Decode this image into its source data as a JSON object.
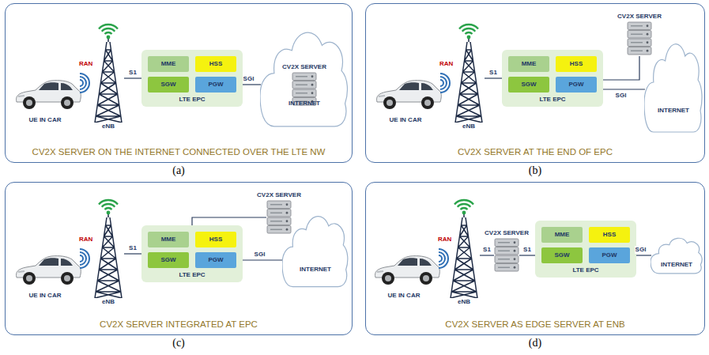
{
  "diagram": {
    "nodes": [
      {
        "text": [
          "CV2X SERVER ON THE INTERNET CONNECTED OVER THE LTE NW"
        ]
      },
      {
        "text": [
          "UE IN CAR"
        ],
        "in": 0
      },
      {
        "text": [
          "eNB"
        ],
        "in": 0
      },
      {
        "text": [
          "LTE EPC"
        ],
        "in": 0
      },
      {
        "text": [
          "MME"
        ],
        "in": 3
      },
      {
        "text": [
          "HSS"
        ],
        "in": 3
      },
      {
        "text": [
          "SGW"
        ],
        "in": 3
      },
      {
        "text": [
          "PGW"
        ],
        "in": 3
      },
      {
        "text": [
          "INTERNET"
        ],
        "in": 0
      },
      {
        "text": [
          "CV2X SERVER"
        ],
        "in": 8
      },
      {
        "text": [
          "CV2X SERVER AT THE END OF EPC"
        ]
      },
      {
        "text": [
          "UE IN CAR"
        ],
        "in": 10
      },
      {
        "text": [
          "eNB"
        ],
        "in": 10
      },
      {
        "text": [
          "LTE EPC"
        ],
        "in": 10
      },
      {
        "text": [
          "MME"
        ],
        "in": 13
      },
      {
        "text": [
          "HSS"
        ],
        "in": 13
      },
      {
        "text": [
          "SGW"
        ],
        "in": 13
      },
      {
        "text": [
          "PGW"
        ],
        "in": 13
      },
      {
        "text": [
          "INTERNET"
        ],
        "in": 10
      },
      {
        "text": [
          "CV2X SERVER"
        ],
        "in": 10
      },
      {
        "text": [
          "CV2X SERVER INTEGRATED AT EPC"
        ]
      },
      {
        "text": [
          "UE IN CAR"
        ],
        "in": 20
      },
      {
        "text": [
          "eNB"
        ],
        "in": 20
      },
      {
        "text": [
          "LTE EPC"
        ],
        "in": 20
      },
      {
        "text": [
          "MME"
        ],
        "in": 23
      },
      {
        "text": [
          "HSS"
        ],
        "in": 23
      },
      {
        "text": [
          "SGW"
        ],
        "in": 23
      },
      {
        "text": [
          "PGW"
        ],
        "in": 23
      },
      {
        "text": [
          "INTERNET"
        ],
        "in": 20
      },
      {
        "text": [
          "CV2X SERVER"
        ],
        "in": 20
      },
      {
        "text": [
          "CV2X SERVER AS EDGE SERVER AT ENB"
        ]
      },
      {
        "text": [
          "UE IN CAR"
        ],
        "in": 30
      },
      {
        "text": [
          "eNB"
        ],
        "in": 30
      },
      {
        "text": [
          "LTE EPC"
        ],
        "in": 30
      },
      {
        "text": [
          "MME"
        ],
        "in": 33
      },
      {
        "text": [
          "HSS"
        ],
        "in": 33
      },
      {
        "text": [
          "SGW"
        ],
        "in": 33
      },
      {
        "text": [
          "PGW"
        ],
        "in": 33
      },
      {
        "text": [
          "INTERNET"
        ],
        "in": 30
      },
      {
        "text": [
          "CV2X SERVER"
        ],
        "in": 30
      }
    ],
    "edges": [
      {
        "from": 2,
        "to": 3,
        "label": "S1",
        "arrow": "none"
      },
      {
        "from": 7,
        "to": 8,
        "label": "SGI",
        "arrow": "none"
      },
      {
        "from": 12,
        "to": 13,
        "label": "S1",
        "arrow": "none"
      },
      {
        "from": 17,
        "to": 18,
        "label": "SGI",
        "arrow": "none"
      },
      {
        "from": 17,
        "to": 19,
        "arrow": "none"
      },
      {
        "from": 22,
        "to": 23,
        "label": "S1",
        "arrow": "none"
      },
      {
        "from": 27,
        "to": 28,
        "label": "SGI",
        "arrow": "none"
      },
      {
        "from": 23,
        "to": 29,
        "arrow": "none"
      },
      {
        "from": 32,
        "to": 39,
        "label": "S1",
        "arrow": "none"
      },
      {
        "from": 39,
        "to": 33,
        "label": "S1",
        "arrow": "none"
      },
      {
        "from": 37,
        "to": 38,
        "label": "SGI",
        "arrow": "none"
      }
    ],
    "labels": [
      "RAN",
      "RAN",
      "RAN",
      "RAN",
      "(a)",
      "(b)",
      "(c)",
      "(d)"
    ]
  }
}
